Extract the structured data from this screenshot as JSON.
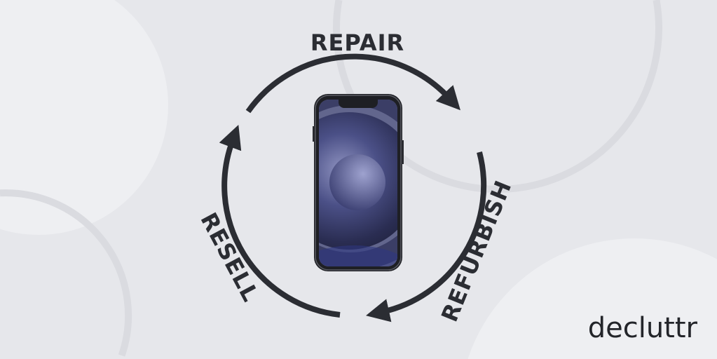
{
  "cycle": {
    "steps": [
      "REPAIR",
      "REFURBISH",
      "RESELL"
    ]
  },
  "brand": {
    "logo_text": "decluttr"
  },
  "colors": {
    "background": "#e6e7eb",
    "arrow": "#2b2d33",
    "phone_screen": "#3a3f6e"
  }
}
